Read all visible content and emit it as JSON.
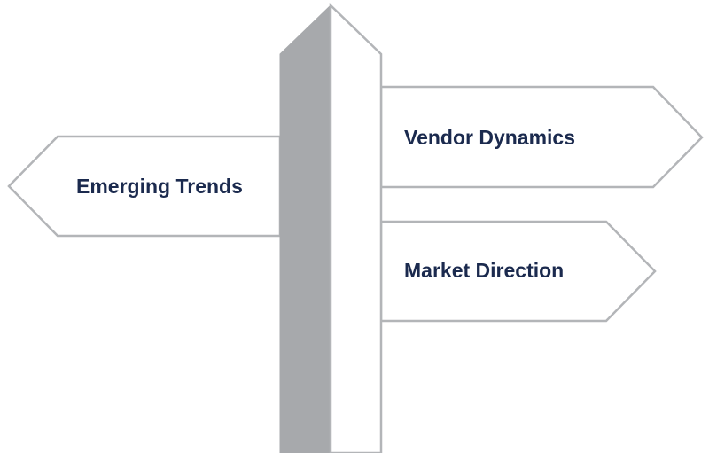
{
  "signs": {
    "left": {
      "label": "Emerging Trends"
    },
    "right_top": {
      "label": "Vendor Dynamics"
    },
    "right_bottom": {
      "label": "Market Direction"
    }
  },
  "colors": {
    "text": "#1b2a4e",
    "outline": "#b3b5b8",
    "post_shadow": "#a7a9ac",
    "fill": "#ffffff"
  }
}
